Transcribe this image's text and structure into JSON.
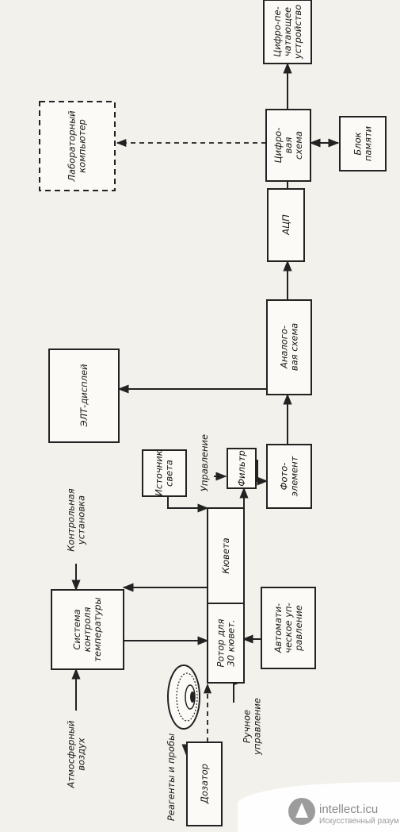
{
  "blocks": {
    "lab_computer": [
      "Лабораторный",
      "компьютер"
    ],
    "printer": [
      "Цифро-пе-",
      "чатающее",
      "устройство"
    ],
    "digital": [
      "Цифро-",
      "вая",
      "схема"
    ],
    "memory": [
      "Блок",
      "памяти"
    ],
    "adc": [
      "АЦП"
    ],
    "crt": [
      "ЭЛТ-дисплей"
    ],
    "analog": [
      "Аналого-",
      "вая схема"
    ],
    "light": [
      "Источник",
      "света"
    ],
    "filter": [
      "Фильтр"
    ],
    "photo": [
      "Фото-",
      "элемент"
    ],
    "temp": [
      "Система",
      "контроля",
      "температуры"
    ],
    "rotor": [
      "Ротор для",
      "30 кювет."
    ],
    "auto": [
      "Автомати-",
      "ческое уп-",
      "равление"
    ],
    "doser": [
      "Дозатор"
    ]
  },
  "labels": {
    "cuvette": [
      "Кювета"
    ],
    "control_setting": [
      "Контрольная",
      "установка"
    ],
    "control": [
      "Управление"
    ],
    "air": [
      "Атмосферный",
      "воздух"
    ],
    "manual": [
      "Ручное",
      "управление"
    ],
    "reagents": [
      "Реагенты и пробы"
    ]
  },
  "watermark": {
    "site": "intellect.icu",
    "tagline": "Искусственный разум"
  }
}
